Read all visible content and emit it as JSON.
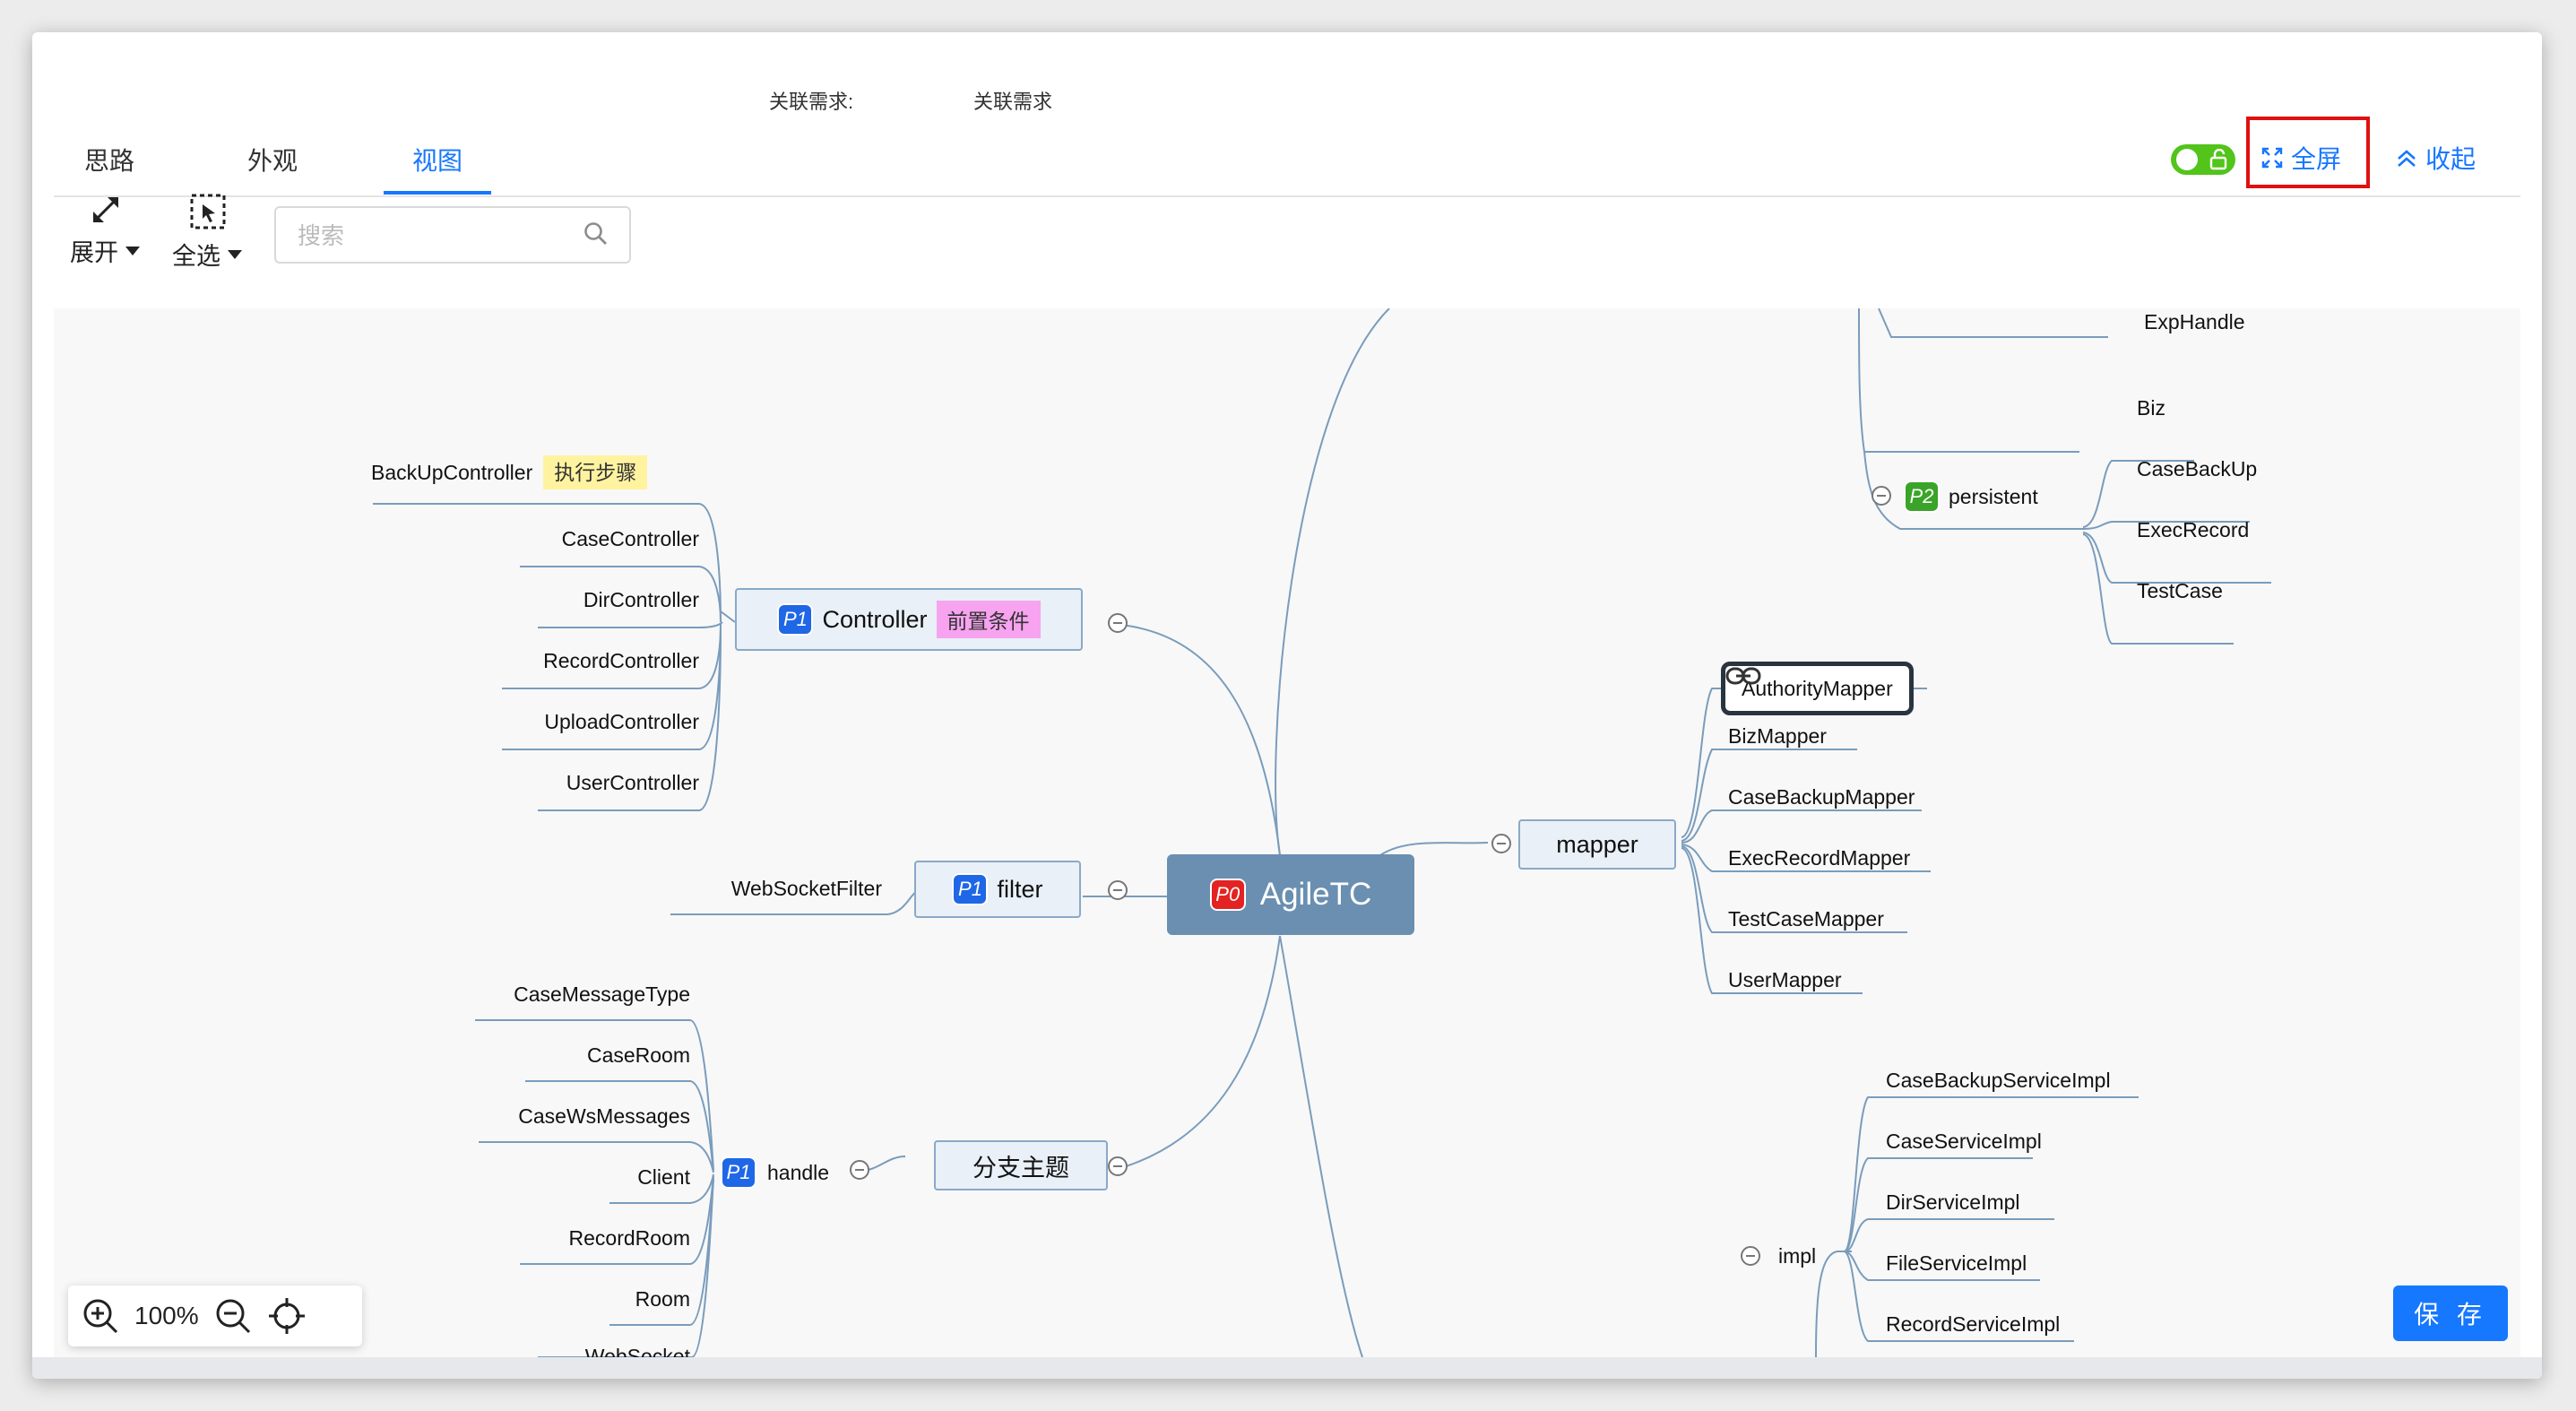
{
  "header": {
    "assoc_label": "关联需求:",
    "assoc_value": "关联需求",
    "tabs": [
      {
        "label": "思路",
        "active": false
      },
      {
        "label": "外观",
        "active": false
      },
      {
        "label": "视图",
        "active": true
      }
    ],
    "fullscreen_label": "全屏",
    "collapse_label": "收起",
    "lock_toggle": {
      "on": true
    }
  },
  "toolbar": {
    "expand_label": "展开",
    "select_all_label": "全选",
    "search_placeholder": "搜索"
  },
  "mindmap": {
    "root": {
      "label": "AgileTC",
      "priority": "P0"
    },
    "controller": {
      "label": "Controller",
      "priority": "P1",
      "tag": "前置条件",
      "children": [
        "CaseController",
        "DirController",
        "RecordController",
        "UploadController",
        "UserController"
      ]
    },
    "backup": {
      "label": "BackUpController",
      "tag": "执行步骤"
    },
    "filter": {
      "label": "filter",
      "priority": "P1",
      "children": [
        "WebSocketFilter"
      ]
    },
    "branch": {
      "label": "分支主题",
      "handle": {
        "label": "handle",
        "priority": "P1",
        "children": [
          "CaseMessageType",
          "CaseRoom",
          "CaseWsMessages",
          "Client",
          "RecordRoom",
          "Room",
          "WebSocket"
        ]
      }
    },
    "mapper": {
      "label": "mapper",
      "selected": "AuthorityMapper",
      "children": [
        "BizMapper",
        "CaseBackupMapper",
        "ExecRecordMapper",
        "TestCaseMapper",
        "UserMapper"
      ]
    },
    "persistent": {
      "label": "persistent",
      "priority": "P2",
      "above": "ExpHandle",
      "children": [
        "Biz",
        "CaseBackUp",
        "ExecRecord",
        "TestCase"
      ]
    },
    "impl": {
      "label": "impl",
      "children": [
        "CaseBackupServiceImpl",
        "CaseServiceImpl",
        "DirServiceImpl",
        "FileServiceImpl",
        "RecordServiceImpl"
      ]
    }
  },
  "zoom": {
    "level": "100%"
  },
  "save_label": "保 存",
  "colors": {
    "accent": "#1677ff",
    "root": "#6a8fb1",
    "node_bg": "#e9f0f7",
    "highlight": "#e01010",
    "tag_yellow": "#fff3a0",
    "tag_pink": "#f7a3f0"
  }
}
